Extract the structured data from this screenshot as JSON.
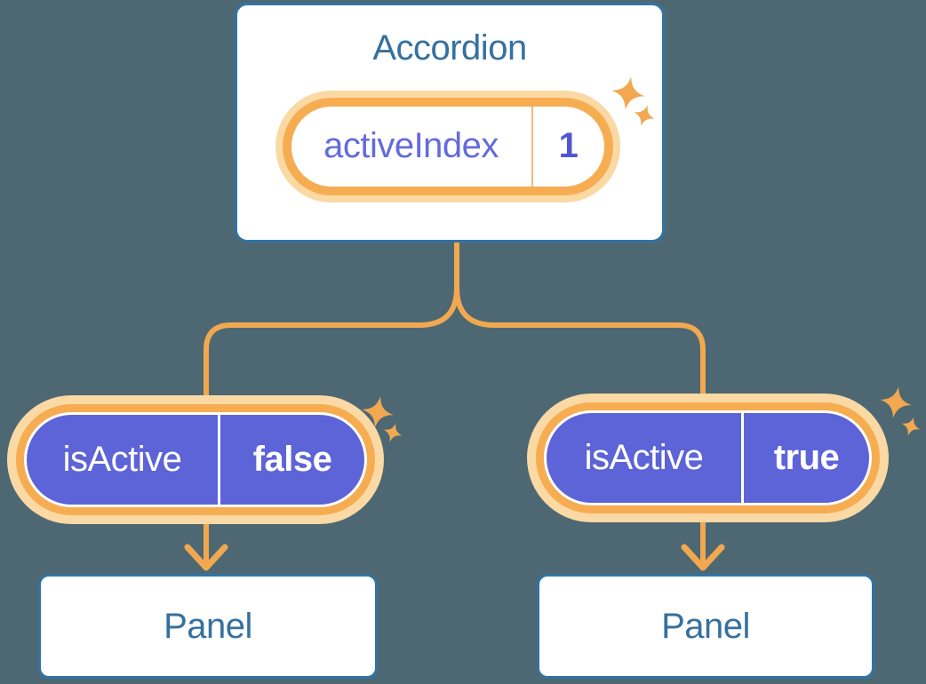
{
  "colors": {
    "background": "#4D6872",
    "card_border_blue": "#3273A5",
    "heading_blue": "#35719F",
    "state_pill_purple": "#5D64D8",
    "prop_text_purple": "#646BDC",
    "accent_amber_line": "#F1A850",
    "amber_ring": "#F6AD52",
    "amber_halo": "#FBD9A4"
  },
  "root": {
    "title": "Accordion",
    "state": {
      "label": "activeIndex",
      "value": "1"
    }
  },
  "children": [
    {
      "state": {
        "label": "isActive",
        "value": "false"
      },
      "panel": {
        "title": "Panel"
      }
    },
    {
      "state": {
        "label": "isActive",
        "value": "true"
      },
      "panel": {
        "title": "Panel"
      }
    }
  ]
}
